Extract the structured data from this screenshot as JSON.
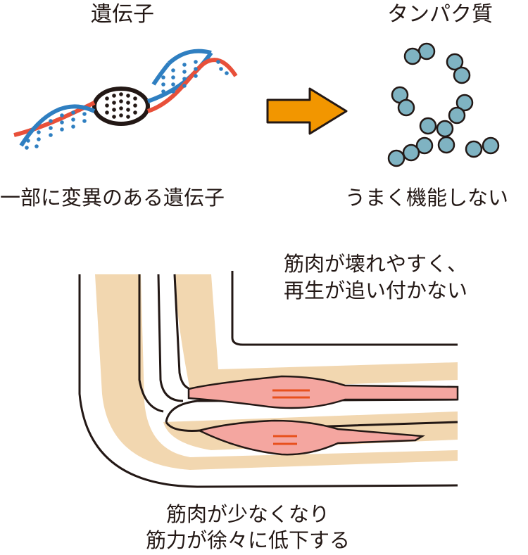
{
  "labels": {
    "gene_title": "遺伝子",
    "protein_title": "タンパク質",
    "gene_caption": "一部に変異のある遺伝子",
    "protein_caption": "うまく機能しない",
    "muscle_note_line1": "筋肉が壊れやすく、",
    "muscle_note_line2": "再生が追い付かない",
    "bottom_line1": "筋肉が少なくなり",
    "bottom_line2": "筋力が徐々に低下する"
  },
  "colors": {
    "dna_red": "#e8503a",
    "dna_blue": "#2f7fc1",
    "dna_dark": "#231815",
    "arrow": "#f29600",
    "bead": "#7fb3c2",
    "skin": "#f2d7b0",
    "muscle": "#f4a6a0",
    "muscle_mark": "#e8501c"
  },
  "icons": {
    "dna": "dna-helix-icon",
    "arrow": "right-arrow-icon",
    "protein": "protein-chain-icon",
    "arm": "arm-cross-section-icon"
  }
}
